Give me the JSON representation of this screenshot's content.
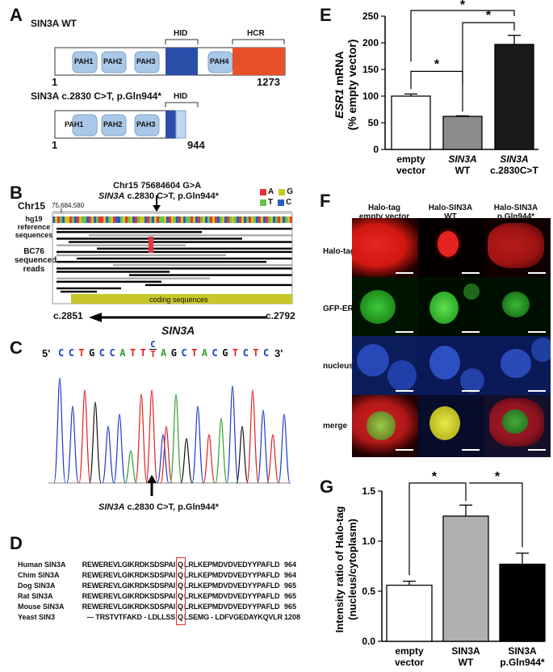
{
  "panels": {
    "A": "A",
    "B": "B",
    "C": "C",
    "D": "D",
    "E": "E",
    "F": "F",
    "G": "G"
  },
  "panelA": {
    "wt_label": "SIN3A WT",
    "mut_label": "SIN3A c.2830 C>T, p.Gln944*",
    "domains": [
      "PAH1",
      "PAH2",
      "PAH3",
      "PAH4"
    ],
    "hid": "HID",
    "hcr": "HCR",
    "start": "1",
    "wt_end": "1273",
    "mut_end": "944",
    "colors": {
      "pah": "#a9c8e8",
      "hid": "#2b4fa8",
      "hcr": "#e8502a"
    }
  },
  "panelB": {
    "chr": "Chr15",
    "coord": "75,684,580",
    "variant_line1": "Chr15 75684604 G>A",
    "variant_gene": "SIN3A",
    "variant_line2": " c.2830 C>T, p.Gln944*",
    "ref_label": "hg19\nreference\nsequences",
    "reads_label": "BC76\nsequenced\nreads",
    "coding": "coding sequences",
    "left_pos": "c.2851",
    "right_pos": "c.2792",
    "gene": "SIN3A",
    "legend": [
      {
        "base": "A",
        "color": "#e8343c"
      },
      {
        "base": "G",
        "color": "#c8c81e"
      },
      {
        "base": "T",
        "color": "#6cc04a"
      },
      {
        "base": "C",
        "color": "#2a5cc8"
      }
    ]
  },
  "panelC": {
    "prime5": "5'",
    "prime3": "3'",
    "seq_before": [
      "C",
      "C",
      "T",
      "G",
      "C",
      "C",
      "A",
      "T",
      "T"
    ],
    "alt_top": "C",
    "alt_bottom": "T",
    "seq_after": [
      "A",
      "G",
      "C",
      "T",
      "A",
      "C",
      "G",
      "T",
      "C",
      "T",
      "C"
    ],
    "caption_gene": "SIN3A",
    "caption_rest": " c.2830 C>T, p.Gln944*"
  },
  "panelD": {
    "rows": [
      {
        "species": "Human SIN3A",
        "pre": "REWEREVLGIKRDKSDSPAI",
        "q": "Q",
        "post": "LRLKEPMDVDVEDYYPAFLD",
        "num": "964"
      },
      {
        "species": "Chim SIN3A",
        "pre": "REWEREVLGIKRDKSDSPAI",
        "q": "Q",
        "post": "LRLKEPMDVDVEDYYPAFLD",
        "num": "964"
      },
      {
        "species": "Dog SIN3A",
        "pre": "REWEREVLGIKRDKSDSPAI",
        "q": "Q",
        "post": "LRLKEPMDVDVEDYYPAFLD",
        "num": "965"
      },
      {
        "species": "Rat SIN3A",
        "pre": "REWEREVLGIKRDKSDSPAI",
        "q": "Q",
        "post": "LRLKEPMDVDVEDYYPAFLD",
        "num": "965"
      },
      {
        "species": "Mouse SIN3A",
        "pre": "REWEREVLGIKRDKSDSPAI",
        "q": "Q",
        "post": "LRLKEPMDVDVEDYYPAFLD",
        "num": "965"
      },
      {
        "species": "Yeast SIN3",
        "pre": "--- TRSTVTFAKD - LDLLSS",
        "q": "Q",
        "post": "LSEMG - LDFVGEDAYKQVLR",
        "num": "1208"
      }
    ]
  },
  "panelF": {
    "col_headers": [
      "Halo-tag\nempty vector",
      "Halo-SIN3A\nWT",
      "Halo-SIN3A\np.Gln944*"
    ],
    "row_labels": [
      "Halo-tag",
      "GFP-ERα",
      "nucleus",
      "merge"
    ]
  },
  "chart_data": [
    {
      "type": "bar",
      "title": "",
      "ylabel_gene": "ESR1",
      "ylabel_rest": " mRNA",
      "ylabel2": "(% empty vector)",
      "categories": [
        "empty vector",
        "SIN3A WT",
        "SIN3A c.2830C>T"
      ],
      "category_lines": [
        [
          "empty",
          "vector"
        ],
        [
          "SIN3A",
          "WT"
        ],
        [
          "SIN3A",
          "c.2830C>T"
        ]
      ],
      "values": [
        100,
        62,
        197
      ],
      "errors": [
        4,
        1,
        17
      ],
      "colors": [
        "#ffffff",
        "#8c8c8c",
        "#1a1a1a"
      ],
      "ylim": [
        0,
        250
      ],
      "yticks": [
        0,
        50,
        100,
        150,
        200,
        250
      ],
      "significance": [
        {
          "from": 0,
          "to": 1,
          "label": "*"
        },
        {
          "from": 1,
          "to": 2,
          "label": "*"
        },
        {
          "from": 0,
          "to": 2,
          "label": "*"
        }
      ]
    },
    {
      "type": "bar",
      "title": "",
      "ylabel": "Intensity ratio of Halo-tag",
      "ylabel2": "(nucleus/cytoplasm)",
      "categories": [
        "empty vector",
        "SIN3A WT",
        "SIN3A p.Gln944*"
      ],
      "category_lines": [
        [
          "empty",
          "vector"
        ],
        [
          "SIN3A",
          "WT"
        ],
        [
          "SIN3A",
          "p.Gln944*"
        ]
      ],
      "values": [
        0.56,
        1.25,
        0.77
      ],
      "errors": [
        0.04,
        0.11,
        0.11
      ],
      "colors": [
        "#ffffff",
        "#b0b0b0",
        "#000000"
      ],
      "ylim": [
        0,
        1.5
      ],
      "yticks": [
        "0.0",
        "0.5",
        "1.0",
        "1.5"
      ],
      "significance": [
        {
          "from": 0,
          "to": 1,
          "label": "*"
        },
        {
          "from": 1,
          "to": 2,
          "label": "*"
        }
      ]
    }
  ]
}
